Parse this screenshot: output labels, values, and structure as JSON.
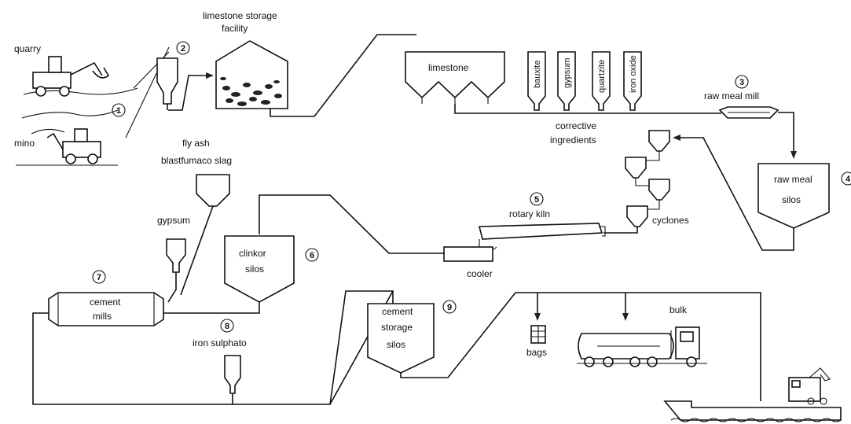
{
  "labels": {
    "quarry": "quarry",
    "mine": "mino",
    "limestone_storage_line1": "limestone storage",
    "limestone_storage_line2": "facility",
    "limestone": "limestone",
    "bauxite": "bauxite",
    "gypsum_v": "gypsum",
    "quartzite": "quartzite",
    "iron_oxide": "iron oxide",
    "raw_meal_mill": "raw meal mill",
    "corrective_line1": "corrective",
    "corrective_line2": "ingredients",
    "raw_meal_silos_line1": "raw meal",
    "raw_meal_silos_line2": "silos",
    "fly_ash": "fly ash",
    "blastfurnace_slag": "blastfumaco slag",
    "rotary_kiln": "rotary kiln",
    "cyclones": "cyclones",
    "cooler": "cooler",
    "gypsum": "gypsum",
    "clinker_silos_line1": "clinkor",
    "clinker_silos_line2": "silos",
    "cement_mills_line1": "cement",
    "cement_mills_line2": "mills",
    "iron_sulphate": "iron sulphato",
    "cement_storage_line1": "cement",
    "cement_storage_line2": "storage",
    "cement_storage_line3": "silos",
    "bags": "bags",
    "bulk": "bulk"
  },
  "steps": {
    "s1": "1",
    "s2": "2",
    "s3": "3",
    "s4": "4",
    "s5": "5",
    "s6": "6",
    "s7": "7",
    "s8": "8",
    "s9": "9"
  }
}
